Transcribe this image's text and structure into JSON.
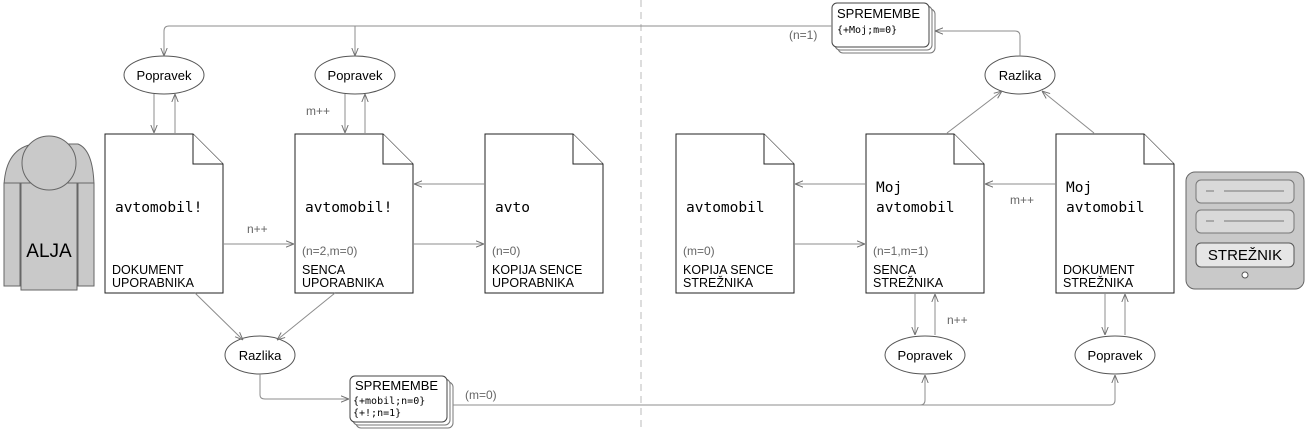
{
  "client": {
    "user_label": "ALJA"
  },
  "server": {
    "label": "STREŽNIK"
  },
  "documents": {
    "user_doc": {
      "text": "avtomobil!",
      "meta": "",
      "title1": "DOKUMENT",
      "title2": "UPORABNIKA"
    },
    "user_shadow": {
      "text": "avtomobil!",
      "meta": "(n=2,m=0)",
      "title1": "SENCA",
      "title2": "UPORABNIKA"
    },
    "user_copy": {
      "text": "avto",
      "meta": "(n=0)",
      "title1": "KOPIJA SENCE",
      "title2": "UPORABNIKA"
    },
    "server_copy": {
      "text": "avtomobil",
      "meta": "(m=0)",
      "title1": "KOPIJA SENCE",
      "title2": "STREŽNIKA"
    },
    "server_shadow": {
      "line1": "Moj",
      "line2": "avtomobil",
      "meta": "(n=1,m=1)",
      "title1": "SENCA",
      "title2": "STREŽNIKA"
    },
    "server_doc": {
      "line1": "Moj",
      "line2": "avtomobil",
      "meta": "",
      "title1": "DOKUMENT",
      "title2": "STREŽNIKA"
    }
  },
  "ops": {
    "patch": "Popravek",
    "diff": "Razlika"
  },
  "edits_top": {
    "title": "SPREMEMBE",
    "line1": "{+Moj;m=0}"
  },
  "edits_bottom": {
    "title": "SPREMEMBE",
    "line1": "{+mobil;n=0}",
    "line2": "{+!;n=1}"
  },
  "annotations": {
    "n_inc_client": "n++",
    "m_inc_client": "m++",
    "n_inc_server": "n++",
    "m_inc_server": "m++",
    "n_eq_1": "(n=1)",
    "m_eq_0": "(m=0)"
  },
  "colors": {
    "person_fill": "#c9c9c9",
    "server_fill": "#c9c9c9",
    "line": "#8c8c8c",
    "divider": "#bbbbbb"
  },
  "icons": [
    "user-icon",
    "server-icon"
  ]
}
